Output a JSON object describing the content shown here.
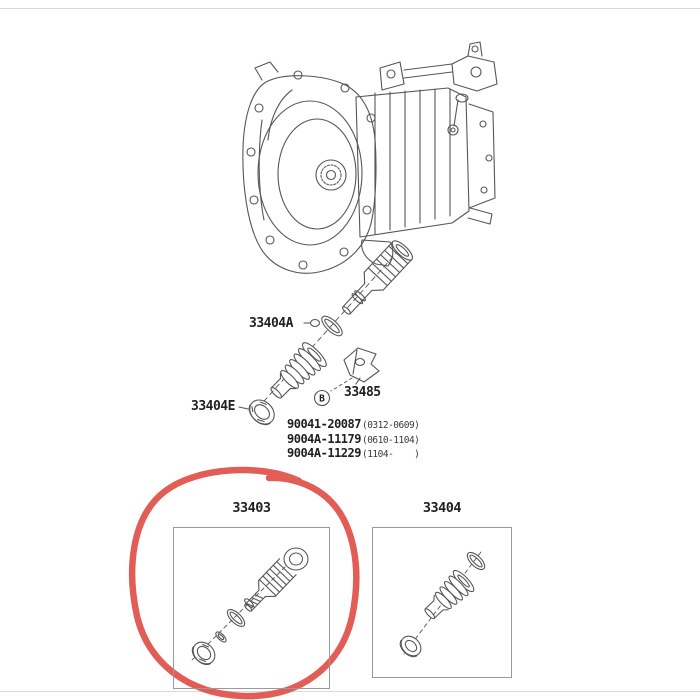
{
  "callouts": {
    "label_33404A": "33404A",
    "label_33404E": "33404E",
    "label_33485": "33485",
    "marker_b": "B"
  },
  "part_numbers": [
    {
      "number": "90041-20087",
      "date_range": "(0312-0609)"
    },
    {
      "number": "9004A-11179",
      "date_range": "(0610-1104)"
    },
    {
      "number": "9004A-11229",
      "date_range": "(1104-    )"
    }
  ],
  "boxes": {
    "left": {
      "label": "33403"
    },
    "right": {
      "label": "33404"
    }
  },
  "colors": {
    "highlight": "#e04f48",
    "line_art": "#565656",
    "text": "#1f1f1f",
    "box_border": "#9a9a9a"
  }
}
